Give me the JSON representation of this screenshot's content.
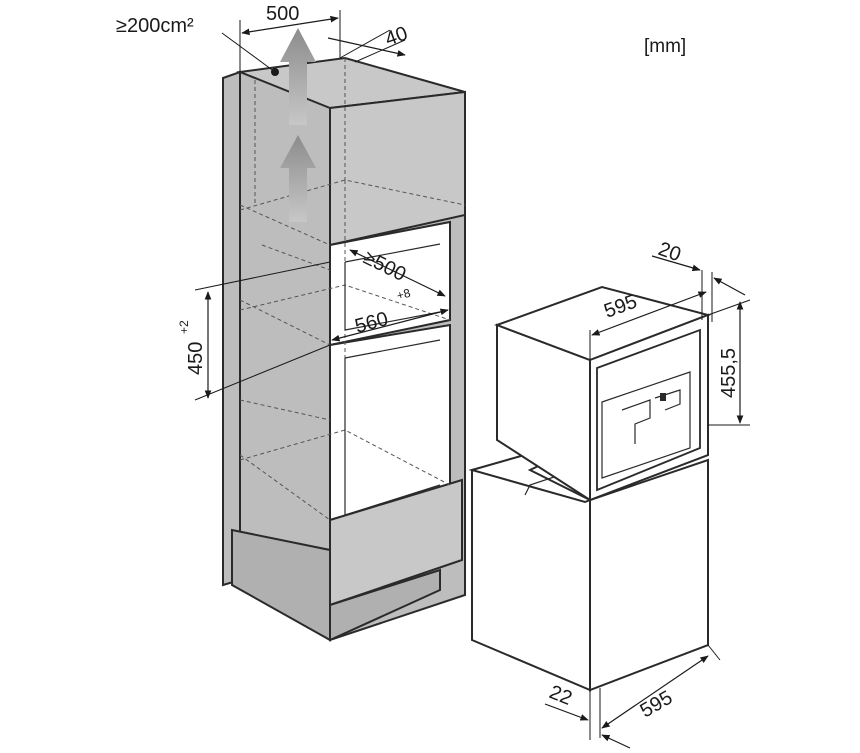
{
  "unit_label": "[mm]",
  "ventilation": {
    "area_label": "≥200cm²"
  },
  "cabinet_dims": {
    "top_width": "500",
    "rear_gap": "40",
    "niche_depth": "≥500",
    "niche_width": "560",
    "niche_width_tolerance": "+8",
    "niche_height": "450",
    "niche_height_tolerance": "+2"
  },
  "appliance_dims": {
    "panel_thickness": "20",
    "appliance_width": "595",
    "appliance_height": "455,5",
    "front_protrusion": "22",
    "base_width": "595"
  },
  "colors": {
    "cabinet": "#bdbdbd",
    "outline": "#2a2a2a",
    "arrow": "#9a9a9a"
  }
}
